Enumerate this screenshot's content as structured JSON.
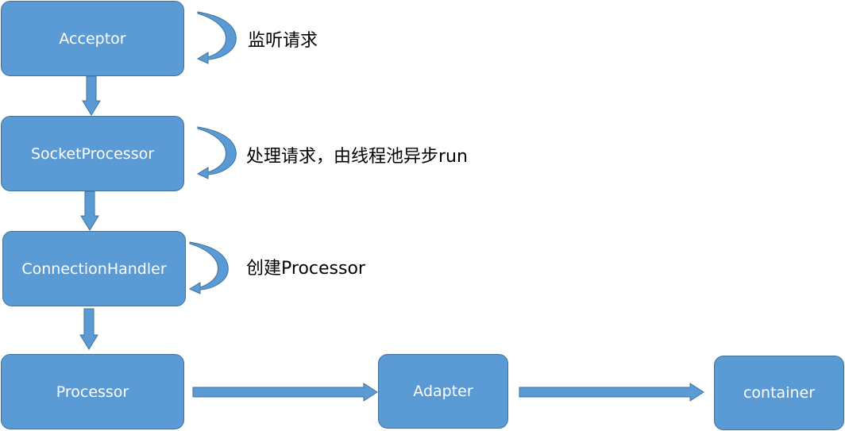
{
  "nodes": {
    "acceptor": "Acceptor",
    "socket_processor": "SocketProcessor",
    "connection_handler": "ConnectionHandler",
    "processor": "Processor",
    "adapter": "Adapter",
    "container": "container"
  },
  "notes": {
    "acceptor": "监听请求",
    "socket_processor": "处理请求，由线程池异步run",
    "connection_handler": "创建Processor"
  },
  "colors": {
    "box_fill": "#5b9bd5",
    "box_border": "#41719c",
    "text_on_box": "#ffffff"
  }
}
